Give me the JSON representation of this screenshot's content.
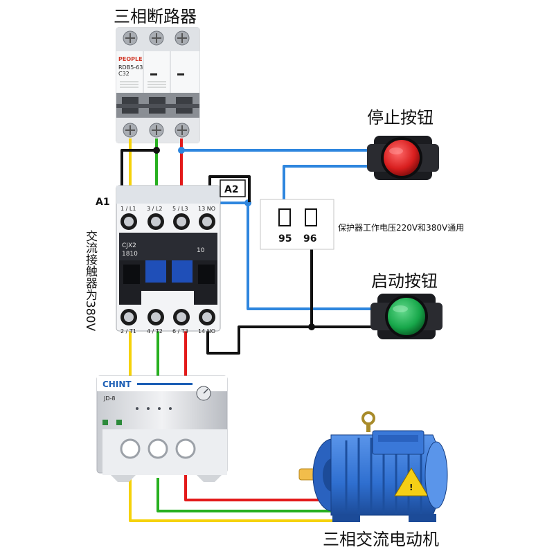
{
  "labels": {
    "breaker_title": "三相断路器",
    "stop_button": "停止按钮",
    "start_button": "启动按钮",
    "motor_title": "三相交流电动机",
    "contactor_side": "交流接触器为380V",
    "a1": "A1",
    "a2": "A2",
    "protector_note": "保护器工作电压220V和380V通用",
    "terminal_95": "95",
    "terminal_96": "96"
  },
  "breaker": {
    "brand": "PEOPLE",
    "model": "RDB5-63",
    "rating": "C32"
  },
  "contactor": {
    "model": "CJX2",
    "number": "1810",
    "aux": "10",
    "top_terminals": [
      "1 / L1",
      "3 / L2",
      "5 / L3",
      "13 NO"
    ],
    "bottom_terminals": [
      "2 / T1",
      "4 / T2",
      "6 / T3",
      "14 NO"
    ]
  },
  "protector": {
    "brand": "CHINT",
    "model": "JD-8"
  },
  "colors": {
    "wire_yellow": "#f5d20a",
    "wire_green": "#27b01f",
    "wire_red": "#e31a1a",
    "wire_blue": "#2e86de",
    "wire_black": "#111111",
    "stop_button": "#d81e1e",
    "start_button": "#17a74a",
    "motor_body": "#2f6fd0",
    "chint_blue": "#1d5fb5"
  }
}
